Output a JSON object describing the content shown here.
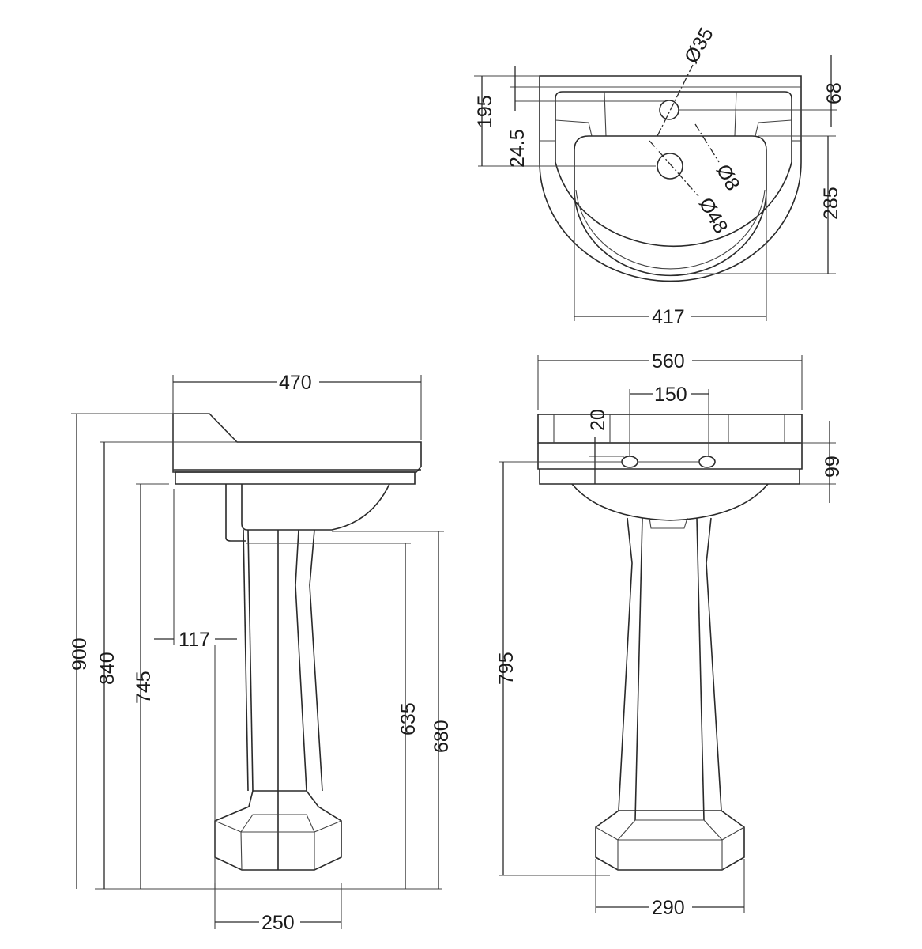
{
  "drawing": {
    "title": "Pedestal basin technical drawing",
    "units": "mm",
    "line_color": "#2a2a2a",
    "background": "#ffffff"
  },
  "top_view": {
    "dims": {
      "overall_depth": "195",
      "tap_hole_offset": "24.5",
      "rear_edge": "68",
      "bowl_depth": "285",
      "bowl_width": "417",
      "tap_hole_dia": "Ø35",
      "overflow_dia": "Ø8",
      "waste_dia": "Ø48"
    }
  },
  "side_view": {
    "dims": {
      "width": "470",
      "total_height": "900",
      "rim_height": "840",
      "underside_height": "745",
      "wall_offset": "117",
      "pedestal_top_inner": "635",
      "pedestal_top": "680",
      "base_width": "250"
    }
  },
  "front_view": {
    "dims": {
      "width": "560",
      "tap_centres": "150",
      "tap_depth": "20",
      "rim_thickness": "99",
      "overflow_height": "795",
      "base_width": "290"
    }
  }
}
